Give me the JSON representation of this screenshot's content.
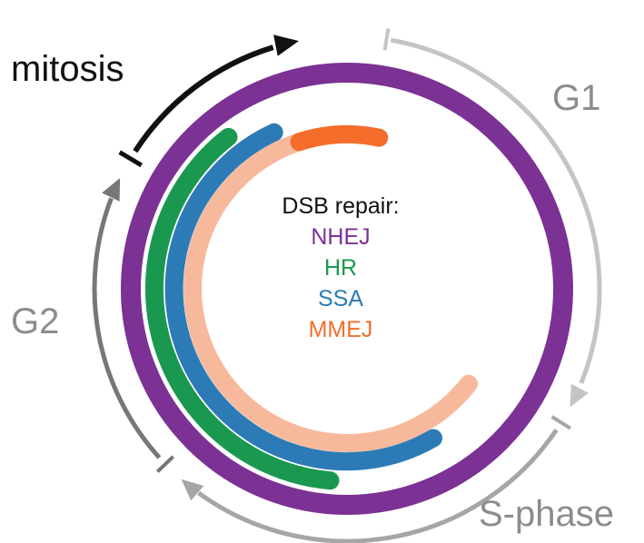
{
  "phases": {
    "mitosis": "mitosis",
    "g1": "G1",
    "s_phase": "S-phase",
    "g2": "G2"
  },
  "legend": {
    "title": "DSB repair:",
    "items": [
      {
        "label": "NHEJ",
        "color": "#7b3294"
      },
      {
        "label": "HR",
        "color": "#1a9850"
      },
      {
        "label": "SSA",
        "color": "#2c7bb6"
      },
      {
        "label": "MMEJ",
        "color": "#f46d2b"
      }
    ]
  },
  "colors": {
    "nhej": "#7b3294",
    "hr": "#1a9850",
    "ssa": "#2c7bb6",
    "mmej": "#f46d2b",
    "mmej_light": "#f7b99b",
    "g1_arrow": "#c4c4c4",
    "s_arrow": "#a6a6a6",
    "g2_arrow": "#777777",
    "mitosis_arrow": "#111111"
  }
}
